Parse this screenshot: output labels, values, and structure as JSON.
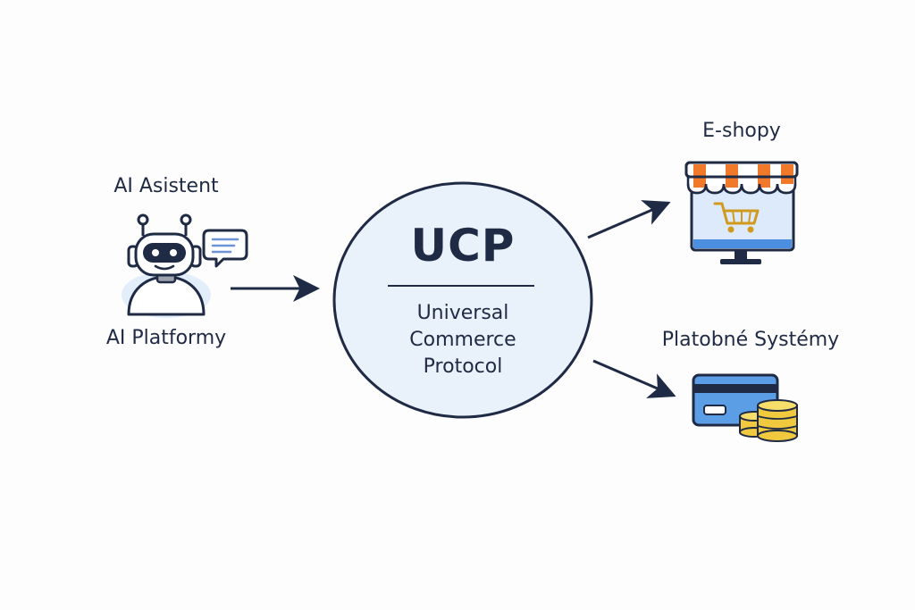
{
  "nodes": {
    "ai_asistent_label": "AI Asistent",
    "ai_platformy_label": "AI Platformy",
    "ucp_title": "UCP",
    "ucp_subtitle_line1": "Universal",
    "ucp_subtitle_line2": "Commerce",
    "ucp_subtitle_line3": "Protocol",
    "eshopy_label": "E-shopy",
    "platobne_label": "Platobné Systémy"
  },
  "icons": {
    "robot": "robot-icon",
    "chat": "chat-bubble-icon",
    "store": "storefront-monitor-icon",
    "cart": "shopping-cart-icon",
    "card": "credit-card-icon",
    "coins": "coin-stack-icon"
  },
  "colors": {
    "ink": "#1f2a44",
    "circle_fill": "#e9f1fb",
    "awning_orange": "#f07a2a",
    "screen_blue": "#dceafb",
    "card_blue": "#5c9ee6",
    "coin_gold": "#f0c93e"
  }
}
